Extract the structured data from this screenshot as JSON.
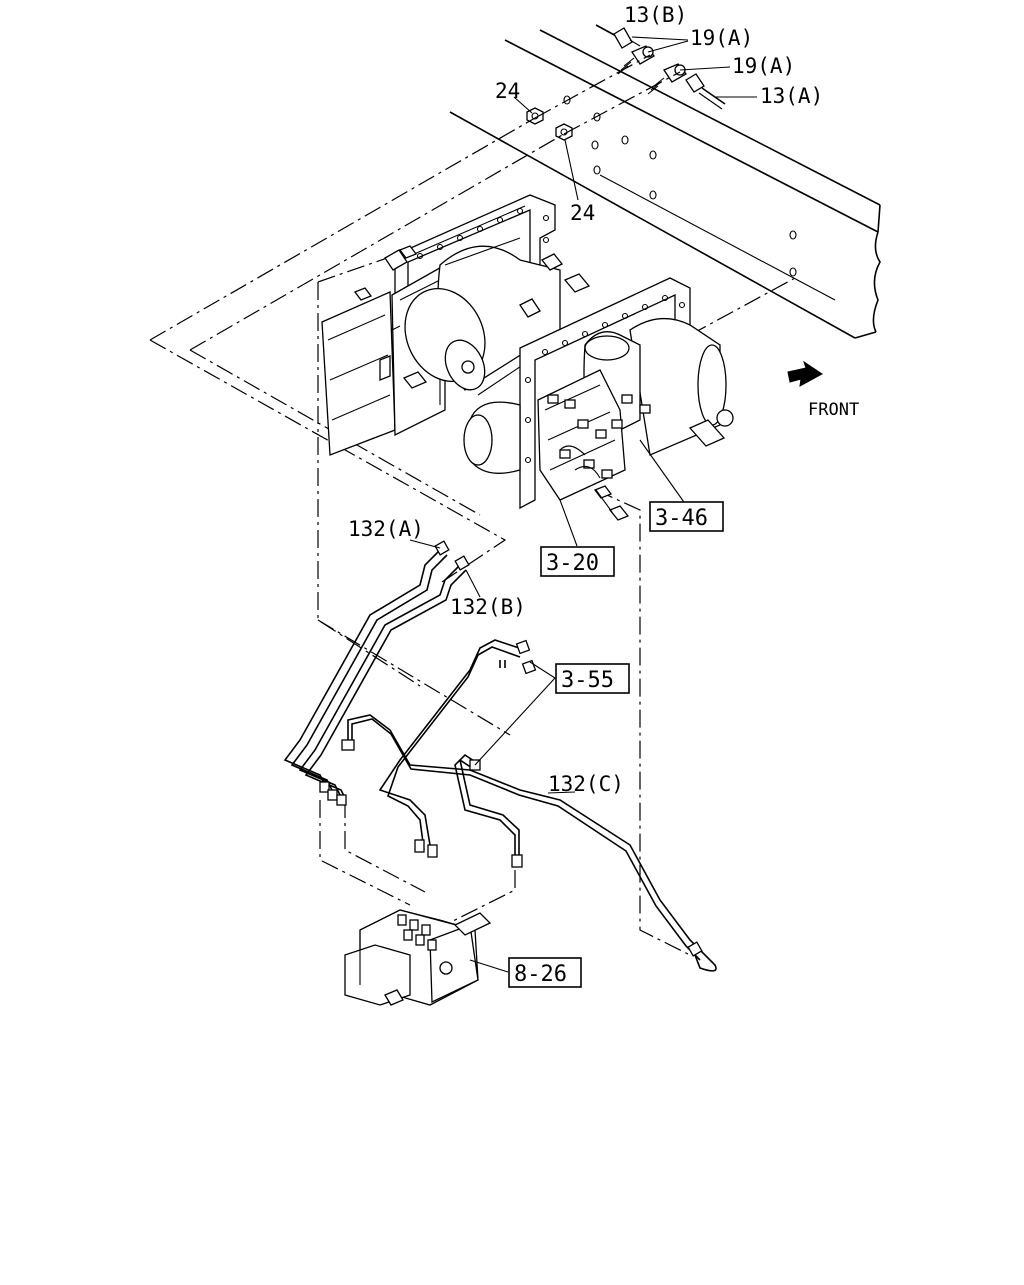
{
  "labels": {
    "p13b": "13(B)",
    "p19a_1": "19(A)",
    "p19a_2": "19(A)",
    "p13a": "13(A)",
    "p24_1": "24",
    "p24_2": "24",
    "p132a": "132(A)",
    "p132b": "132(B)",
    "p132c": "132(C)",
    "front": "FRONT"
  },
  "refs": {
    "r346": "3-46",
    "r320": "3-20",
    "r355": "3-55",
    "r826": "8-26"
  },
  "icons": {
    "front_arrow": "front-arrow-icon"
  }
}
